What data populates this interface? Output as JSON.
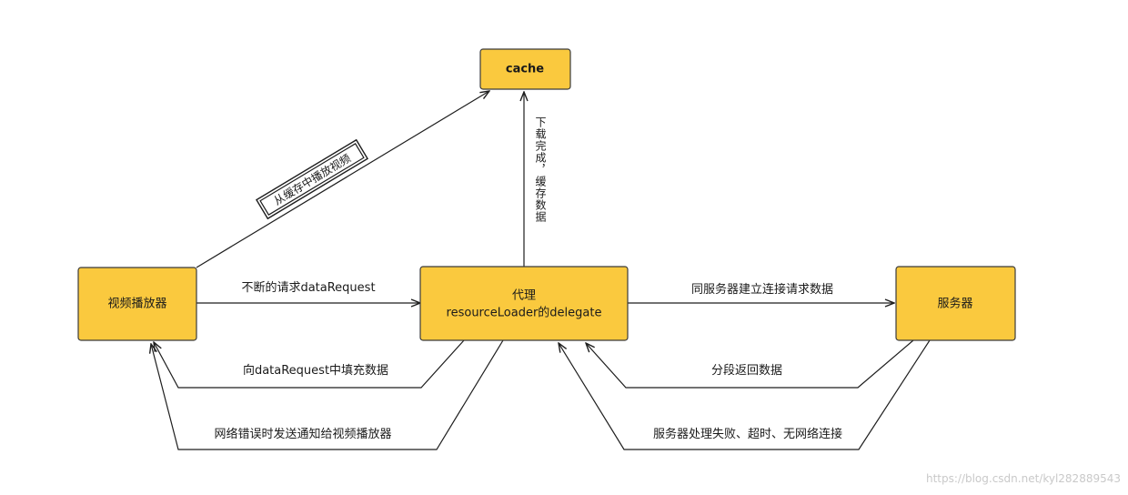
{
  "nodes": {
    "cache": "cache",
    "player": "视频播放器",
    "proxy_line1": "代理",
    "proxy_line2": "resourceLoader的delegate",
    "server": "服务器"
  },
  "edges": {
    "play_from_cache": "从缓存中播放视频",
    "download_complete": "下载完成，缓存数据",
    "continuous_request": "不断的请求dataRequest",
    "connect_server": "同服务器建立连接请求数据",
    "fill_data": "向dataRequest中填充数据",
    "segment_return": "分段返回数据",
    "network_error_notify": "网络错误时发送通知给视频播放器",
    "server_failure": "服务器处理失败、超时、无网络连接"
  },
  "watermark": "https://blog.csdn.net/kyl282889543"
}
